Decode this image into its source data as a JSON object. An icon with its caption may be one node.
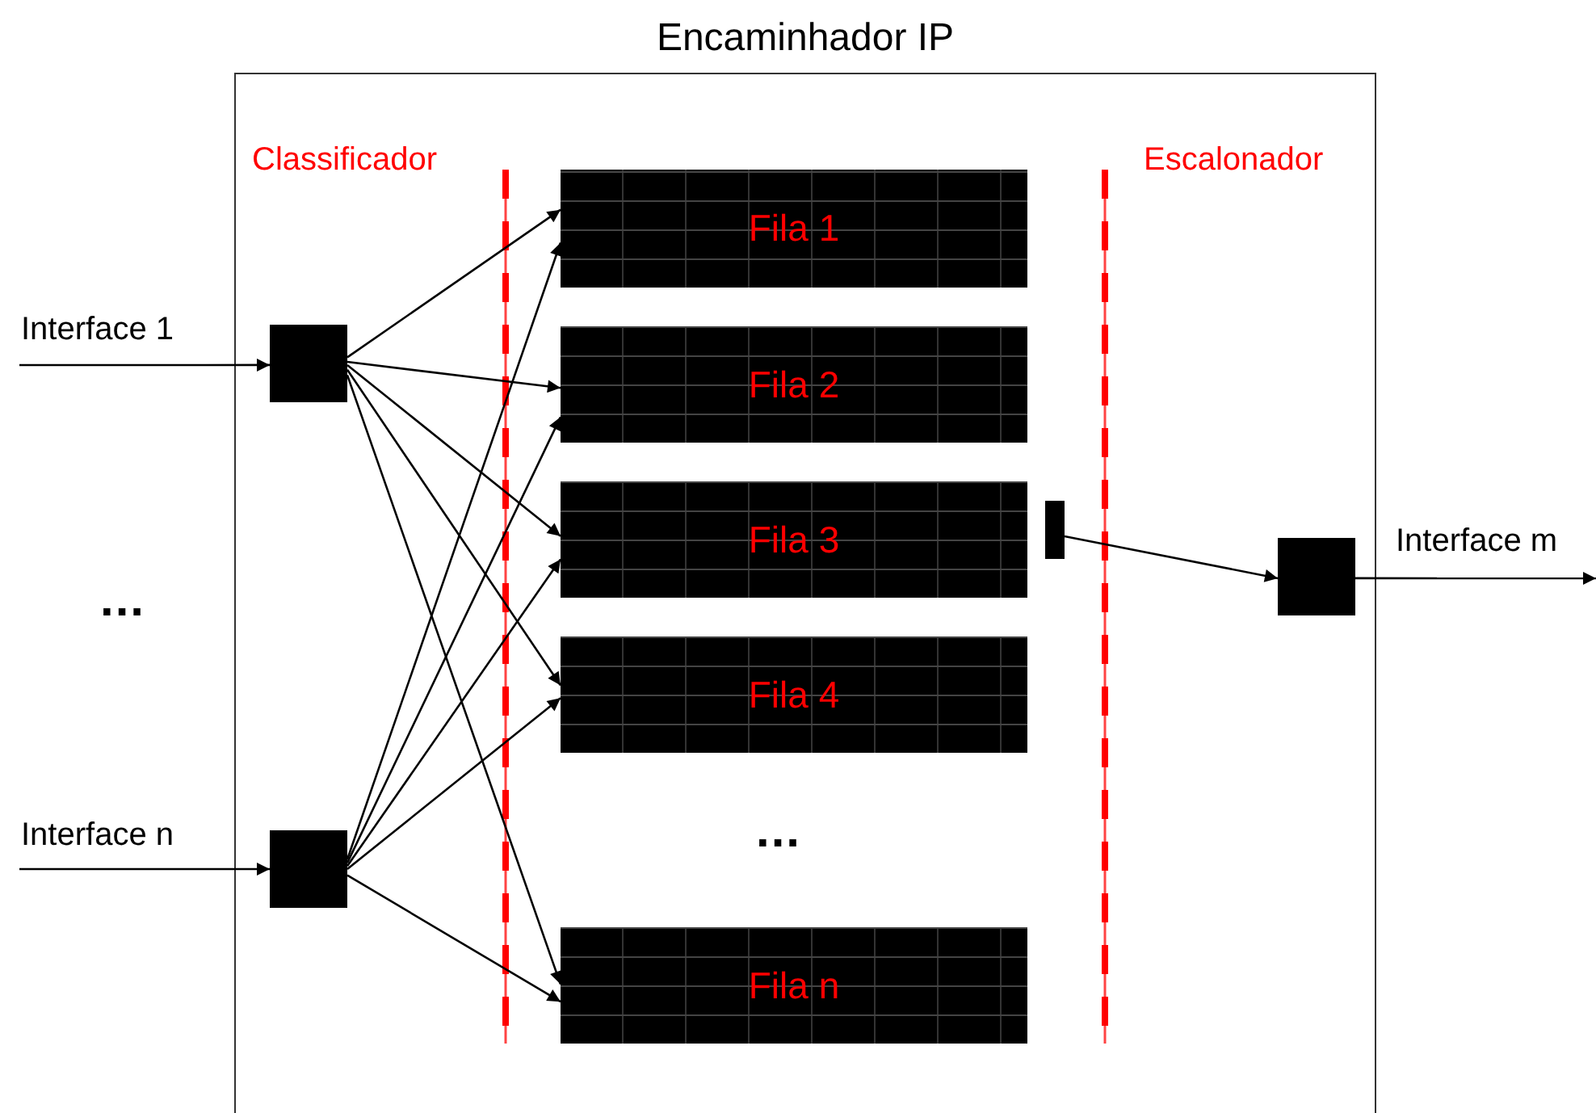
{
  "diagram": {
    "nodes": [
      {
        "text": [
          "Encaminhador IP"
        ]
      },
      {
        "text": [],
        "shape": "box",
        "in": 0
      },
      {
        "text": [],
        "shape": "box",
        "in": 0
      },
      {
        "text": [
          "Fila 1"
        ],
        "in": 0
      },
      {
        "text": [
          "Fila 2"
        ],
        "in": 0
      },
      {
        "text": [
          "Fila 3"
        ],
        "in": 0
      },
      {
        "text": [
          "Fila 4"
        ],
        "in": 0
      },
      {
        "text": [
          "Fila n"
        ],
        "in": 0
      },
      {
        "text": [],
        "shape": "box",
        "in": 0
      },
      {
        "text": [],
        "shape": "box",
        "in": 0
      }
    ],
    "edges": [
      {
        "from": null,
        "to": 1,
        "arrow": "to",
        "label": "Interface 1"
      },
      {
        "from": null,
        "to": 2,
        "arrow": "to",
        "label": "Interface n"
      },
      {
        "from": 1,
        "to": 3,
        "arrow": "to"
      },
      {
        "from": 1,
        "to": 4,
        "arrow": "to"
      },
      {
        "from": 1,
        "to": 5,
        "arrow": "to"
      },
      {
        "from": 1,
        "to": 6,
        "arrow": "to"
      },
      {
        "from": 1,
        "to": 7,
        "arrow": "to"
      },
      {
        "from": 2,
        "to": 3,
        "arrow": "to"
      },
      {
        "from": 2,
        "to": 4,
        "arrow": "to"
      },
      {
        "from": 2,
        "to": 5,
        "arrow": "to"
      },
      {
        "from": 2,
        "to": 6,
        "arrow": "to"
      },
      {
        "from": 2,
        "to": 7,
        "arrow": "to"
      },
      {
        "from": 8,
        "to": 9,
        "arrow": "to"
      },
      {
        "from": 9,
        "to": null,
        "arrow": "to",
        "label": "Interface m"
      }
    ],
    "labels": [
      "Classificador",
      "Escalonador",
      "...",
      "..."
    ]
  }
}
